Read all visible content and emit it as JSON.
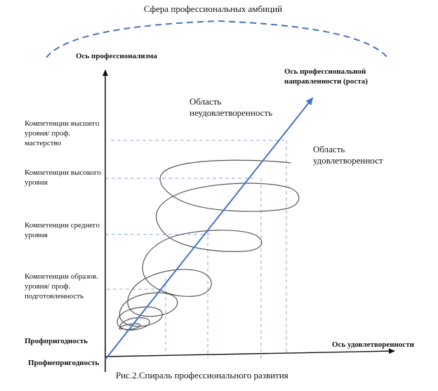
{
  "title": "Сфера профессиональных амбиций",
  "y_axis_label": "Ось профессионализма",
  "diag_axis_label": "Ось профессиональной направленности (роста)",
  "x_axis_label": "Ось удовлетворенности",
  "region_dissatisfied": "Область неудовлетворенность",
  "region_satisfied": "Область удовлетворенност",
  "levels": {
    "highest": "Компетенции высшего уровня/ проф. мастерство",
    "high": "Компетенции высокого уровня",
    "middle": "Компетенции среднего уровня",
    "basic": "Компетенции образов. уровня/ проф. подготовленность",
    "fit": "Профпригодность",
    "unfit": "Профнепригодность"
  },
  "caption": "Рис.2.Спираль профессионального развития",
  "colors": {
    "arrow": "#4472c4",
    "dashes": "#8eaadb",
    "spiral": "#555555",
    "dome": "#4472c4"
  }
}
